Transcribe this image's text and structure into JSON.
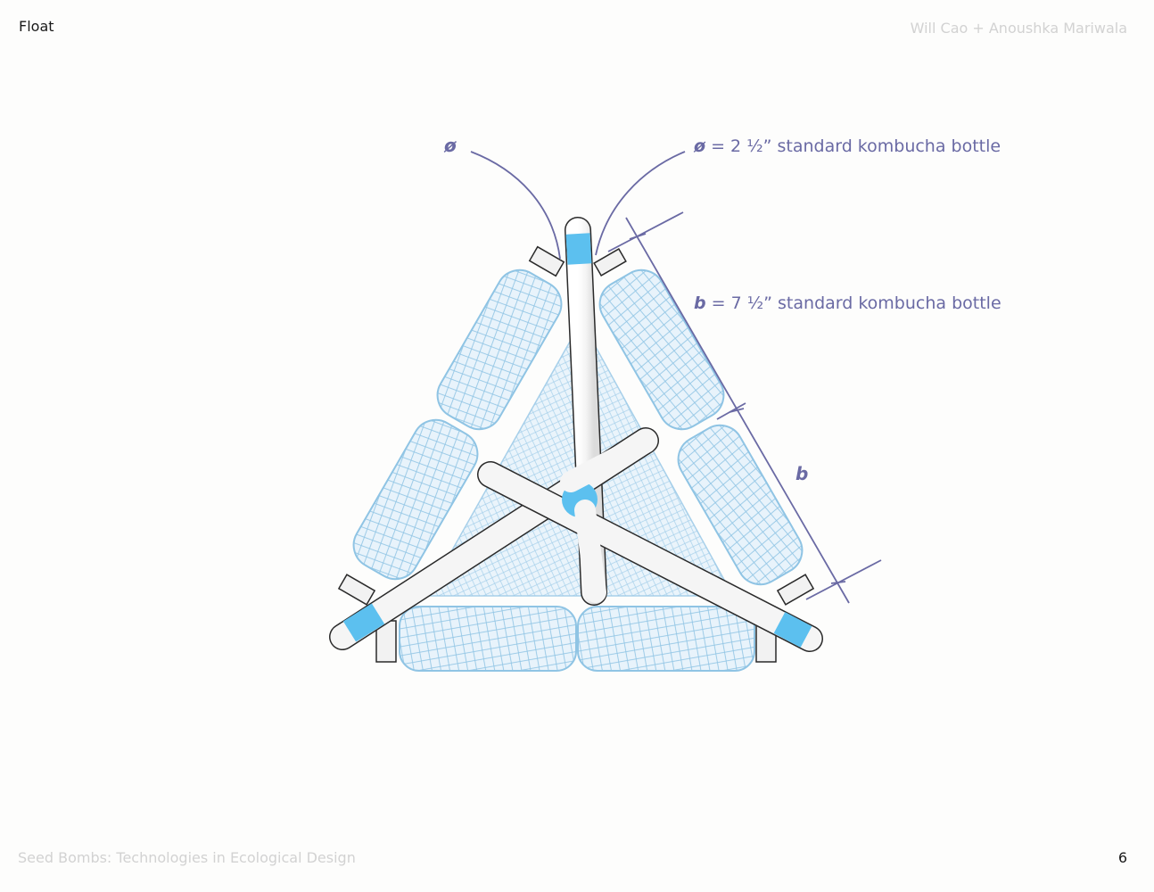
{
  "header": {
    "section_title": "Float",
    "authors": "Will Cao + Anoushka Mariwala"
  },
  "footer": {
    "title": "Seed Bombs: Technologies in Ecological Design",
    "page_number": "6"
  },
  "diagram": {
    "diameter_symbol": "ø",
    "diameter_label_symbol": "ø",
    "diameter_label_text": " = 2 ½” standard kombucha bottle",
    "length_label_symbol": "b",
    "length_label_text": " = 7 ½” standard kombucha bottle",
    "length_symbol": "b",
    "colors": {
      "bottle_outline": "#8fc4e4",
      "bottle_fill": "#e8f3fb",
      "pipe_accent": "#5cc0ef",
      "annotation": "#6a6aa4"
    }
  }
}
